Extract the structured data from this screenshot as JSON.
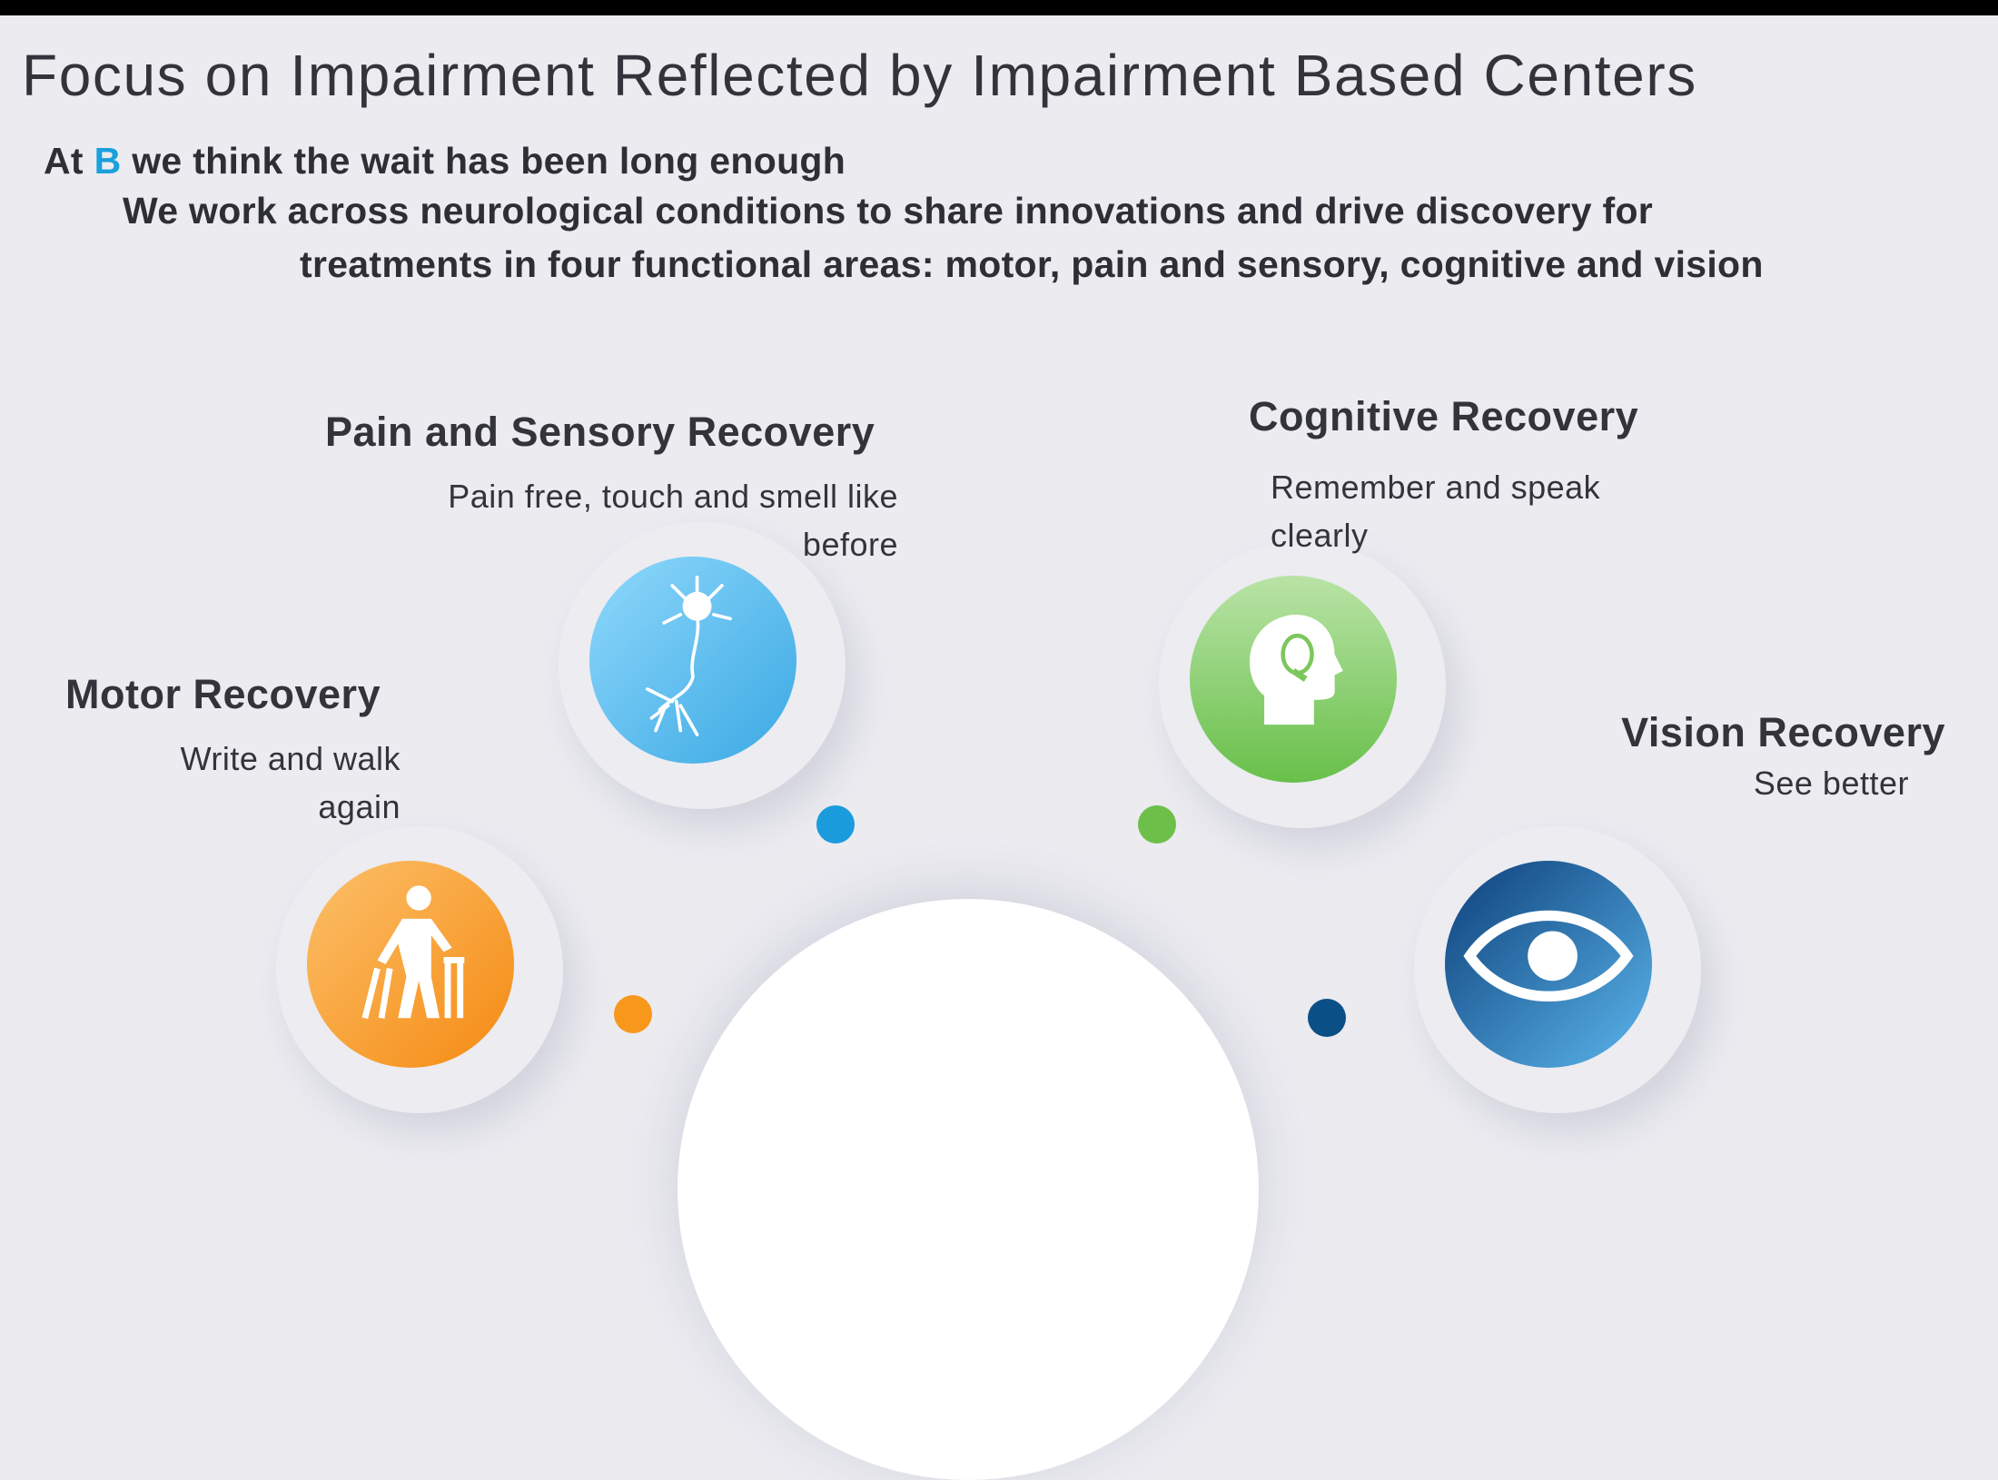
{
  "title": "Focus on Impairment Reflected by Impairment Based Centers",
  "intro": {
    "prefix": "At",
    "brand": "B",
    "suffix": "we think the wait has been long enough",
    "line2": "We work across neurological conditions to share innovations and drive discovery  for",
    "line3": "treatments in four functional areas: motor, pain and sensory, cognitive and vision"
  },
  "areas": {
    "pain": {
      "title": "Pain and Sensory Recovery",
      "sub1": "Pain free,  touch and smell like",
      "sub2": "before",
      "icon": "neuron-icon",
      "color": "#1a9bdc"
    },
    "cognitive": {
      "title": "Cognitive Recovery",
      "sub1": "Remember and speak",
      "sub2": "clearly",
      "icon": "head-lightbulb-icon",
      "color": "#6cc04a"
    },
    "motor": {
      "title": "Motor Recovery",
      "sub1": "Write and walk",
      "sub2": "again",
      "icon": "walker-person-icon",
      "color": "#f7981d"
    },
    "vision": {
      "title": "Vision Recovery",
      "sub1": "See better",
      "icon": "eye-icon",
      "color": "#0a4f86"
    }
  }
}
